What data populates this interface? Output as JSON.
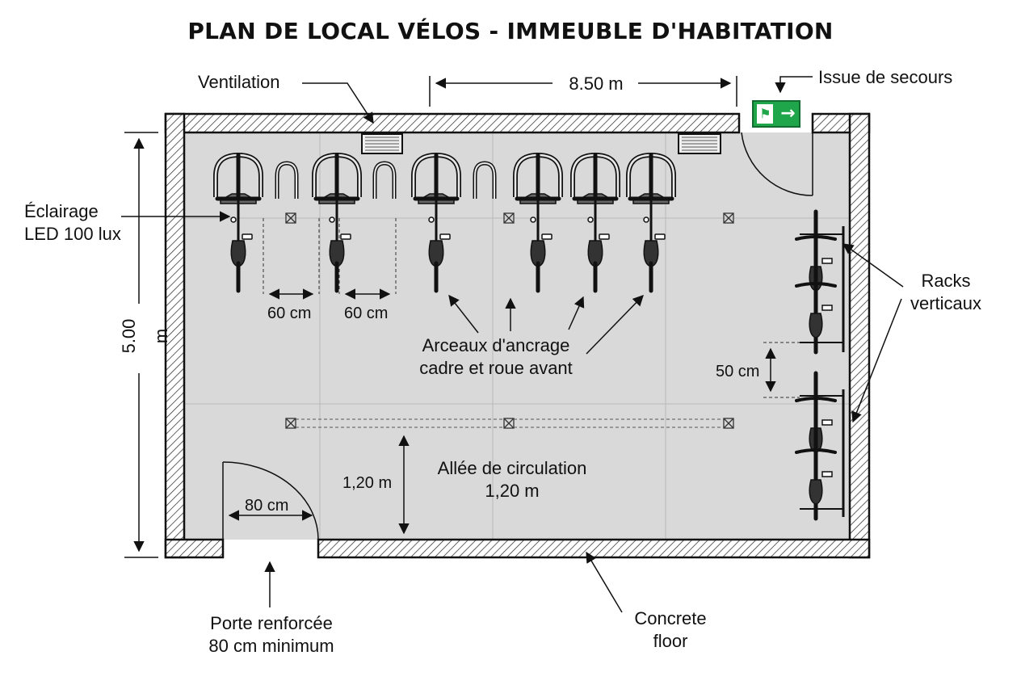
{
  "title": "PLAN DE LOCAL VÉLOS - IMMEUBLE D'HABITATION",
  "labels": {
    "ventilation": "Ventilation",
    "width_dim": "8.50 m",
    "emergency_exit": "Issue de secours",
    "lighting_line1": "Éclairage",
    "lighting_line2": "LED 100 lux",
    "height_dim": "5.00 m",
    "spacing_1": "60 cm",
    "spacing_2": "60 cm",
    "anchors_line1": "Arceaux d'ancrage",
    "anchors_line2": "cadre et roue avant",
    "racks_line1": "Racks",
    "racks_line2": "verticaux",
    "vertical_spacing": "50 cm",
    "aisle_line1": "Allée de circulation",
    "aisle_line2": "1,20 m",
    "aisle_dim": "1,20 m",
    "door_width": "80 cm",
    "door_line1": "Porte renforcée",
    "door_line2": "80 cm minimum",
    "floor_line1": "Concrete",
    "floor_line2": "floor"
  },
  "icons": {
    "exit_sign": "emergency-exit-sign-icon",
    "bike": "bicycle-top-view-icon",
    "rack": "u-rack-icon",
    "light": "ceiling-light-icon",
    "vent": "ventilation-grille-icon"
  },
  "colors": {
    "floor": "#d9d9d9",
    "wall": "#111111",
    "exit_green": "#1fa64a"
  }
}
